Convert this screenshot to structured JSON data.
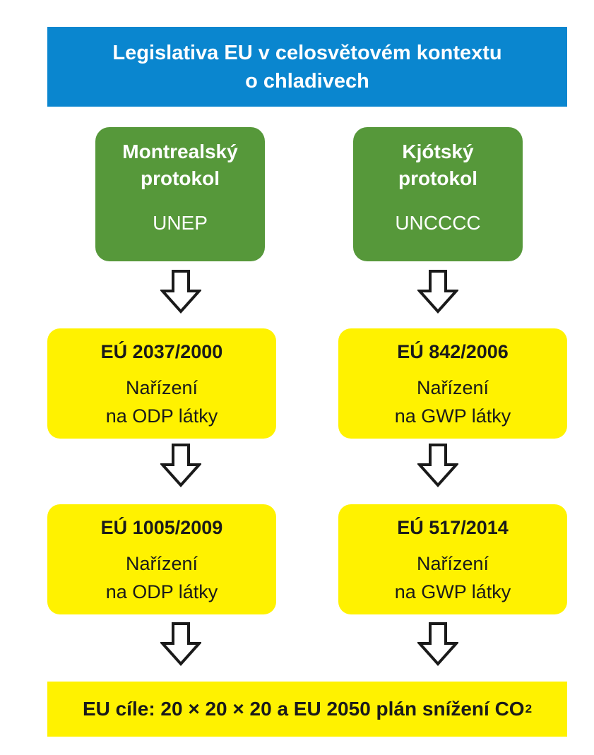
{
  "header": {
    "line1": "Legislativa EU v celosvětovém kontextu",
    "line2": "o chladivech"
  },
  "left": {
    "protocol_line1": "Montrealský",
    "protocol_line2": "protokol",
    "organization": "UNEP",
    "regulation1": {
      "number": "EÚ 2037/2000",
      "line1": "Nařízení",
      "line2": "na ODP látky"
    },
    "regulation2": {
      "number": "EÚ 1005/2009",
      "line1": "Nařízení",
      "line2": "na ODP látky"
    }
  },
  "right": {
    "protocol_line1": "Kjótský",
    "protocol_line2": "protokol",
    "organization": "UNCCCC",
    "regulation1": {
      "number": "EÚ 842/2006",
      "line1": "Nařízení",
      "line2": "na GWP látky"
    },
    "regulation2": {
      "number": "EÚ 517/2014",
      "line1": "Nařízení",
      "line2": "na GWP látky"
    }
  },
  "footer": {
    "text": "EU cíle: 20 × 20 × 20 a EU 2050 plán snížení CO",
    "subscript": "2"
  },
  "colors": {
    "header_bg": "#0a86cf",
    "protocol_bg": "#56983a",
    "regulation_bg": "#fff200",
    "arrow": "outline-down-arrow"
  }
}
